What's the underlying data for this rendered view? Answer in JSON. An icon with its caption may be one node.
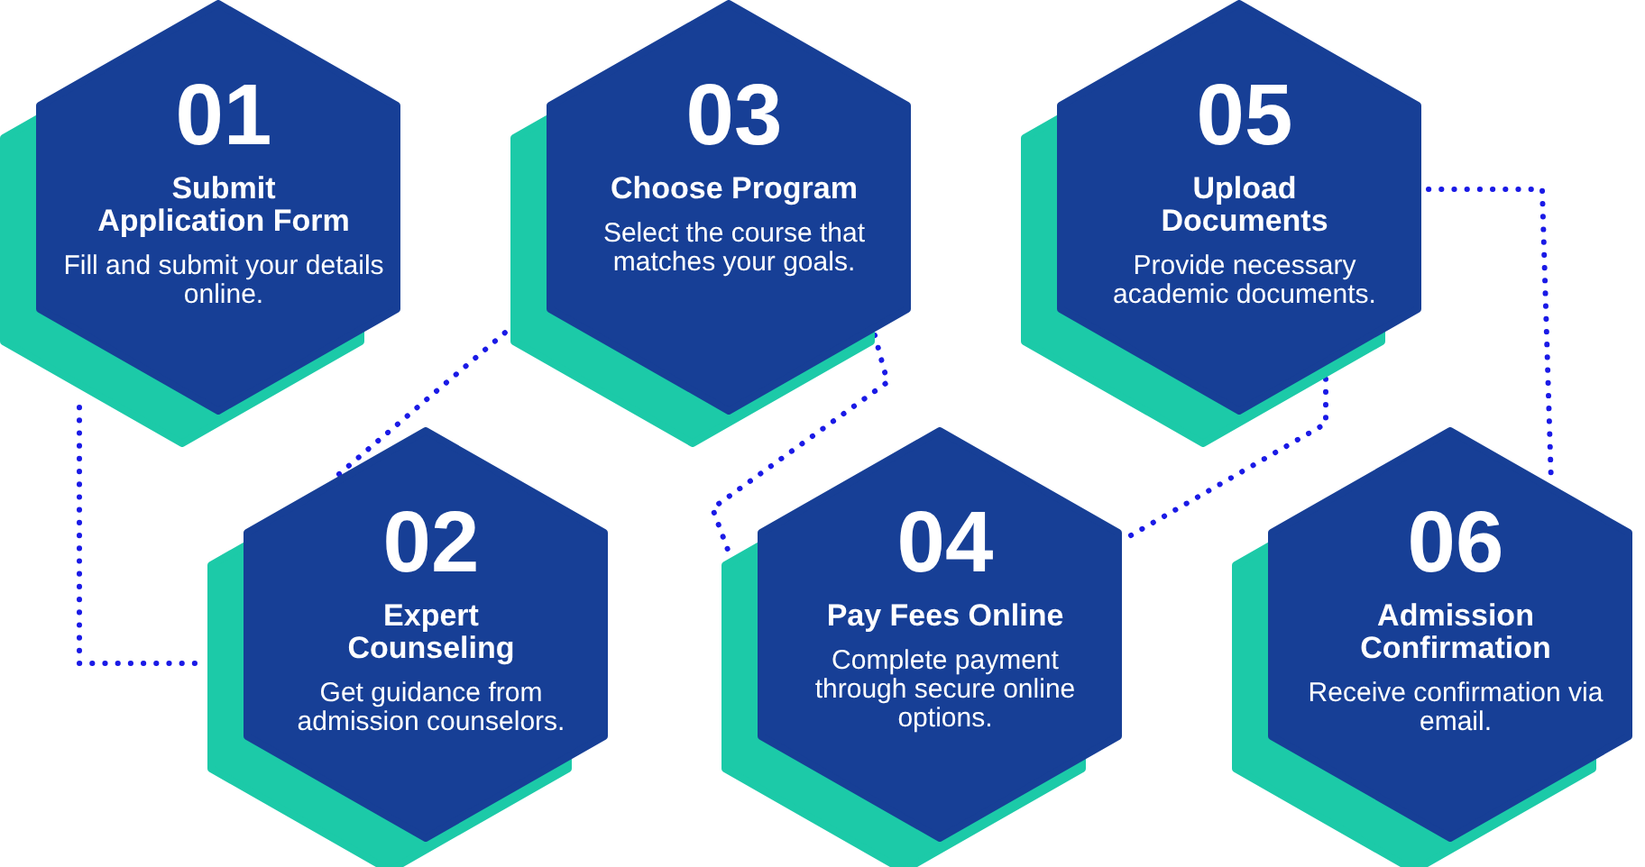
{
  "diagram": {
    "nodes": [
      {
        "text": [
          "01",
          "Submit Application Form",
          "Fill and submit your details online."
        ]
      },
      {
        "text": [
          "02",
          "Expert Counseling",
          "Get guidance from admission counselors."
        ]
      },
      {
        "text": [
          "03",
          "Choose Program",
          "Select the course that matches your goals."
        ]
      },
      {
        "text": [
          "04",
          "Pay Fees Online",
          "Complete payment through secure online options."
        ]
      },
      {
        "text": [
          "05",
          "Upload Documents",
          "Provide necessary academic documents."
        ]
      },
      {
        "text": [
          "06",
          "Admission Confirmation",
          "Receive confirmation via email."
        ]
      }
    ],
    "edges": [
      {
        "from": 0,
        "to": 1,
        "arrow": "none",
        "style": "dashed"
      },
      {
        "from": 1,
        "to": 2,
        "arrow": "none",
        "style": "dashed"
      },
      {
        "from": 2,
        "to": 3,
        "arrow": "none",
        "style": "dashed"
      },
      {
        "from": 3,
        "to": 4,
        "arrow": "none",
        "style": "dashed"
      },
      {
        "from": 4,
        "to": 5,
        "arrow": "none",
        "style": "dashed"
      }
    ]
  }
}
